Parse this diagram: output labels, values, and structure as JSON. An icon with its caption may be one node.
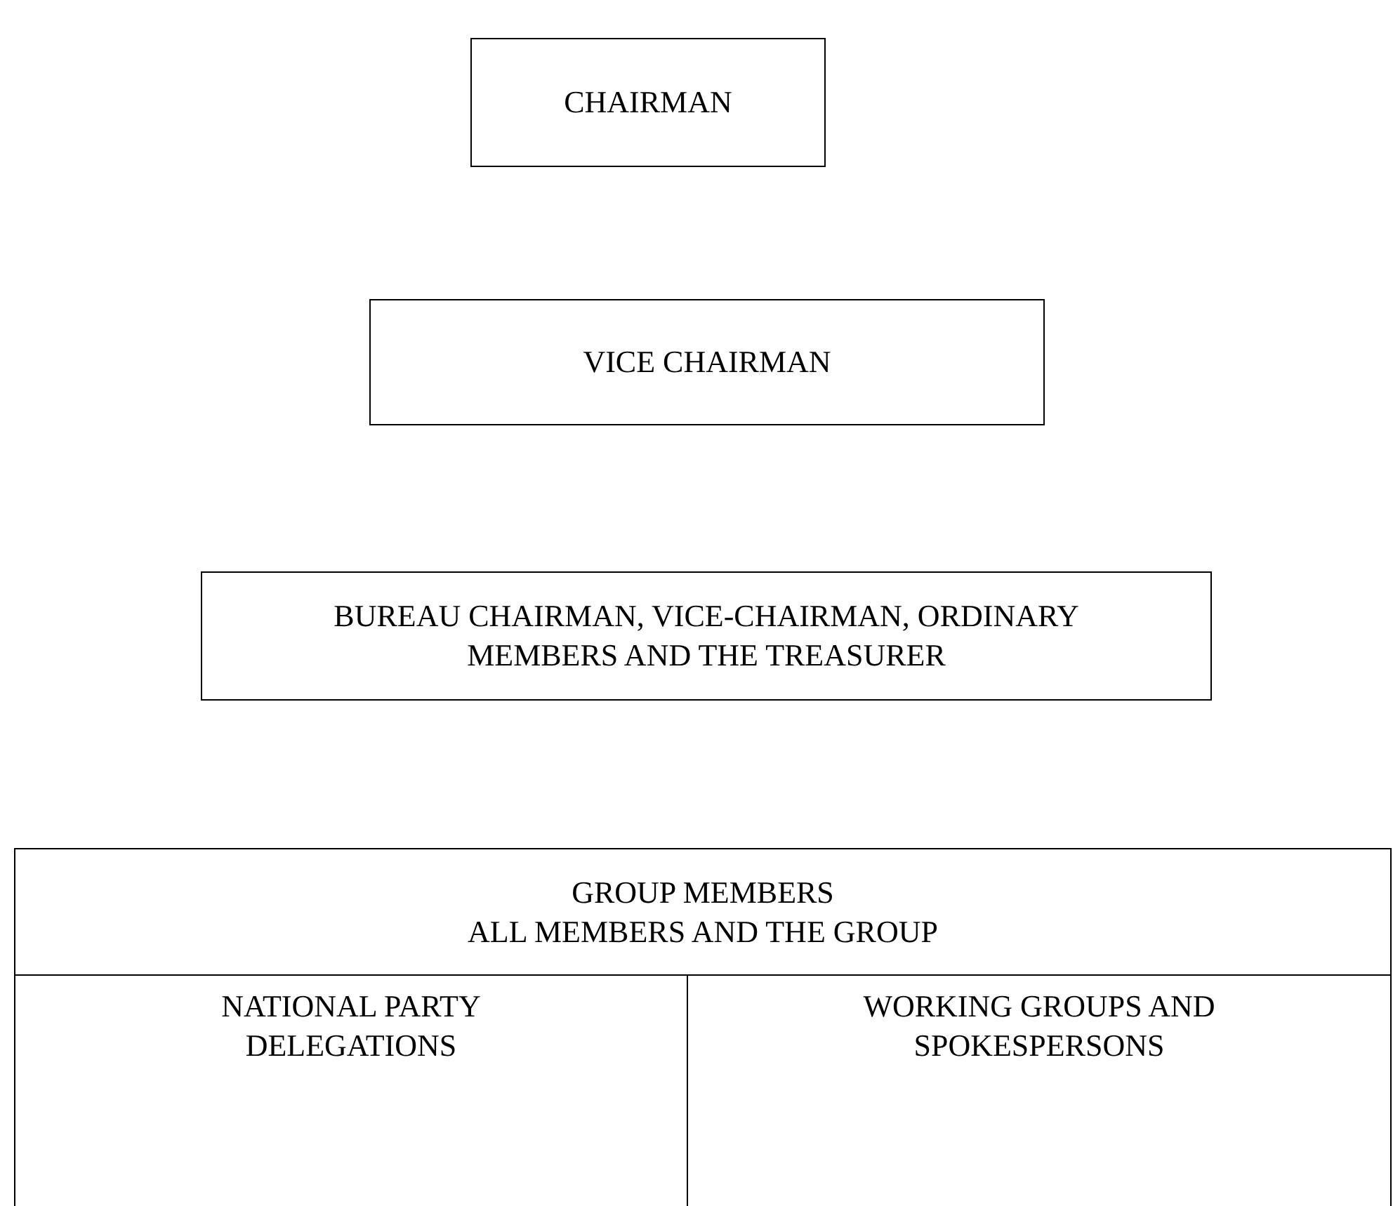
{
  "diagram": {
    "nodes": [
      {
        "text": [
          "CHAIRMAN"
        ]
      },
      {
        "text": [
          "VICE CHAIRMAN"
        ]
      },
      {
        "text": [
          "BUREAU CHAIRMAN, VICE-CHAIRMAN, ORDINARY MEMBERS AND THE TREASURER"
        ]
      },
      {
        "text": [
          "GROUP MEMBERS",
          "ALL MEMBERS AND THE GROUP"
        ]
      },
      {
        "text": [
          "NATIONAL PARTY DELEGATIONS"
        ],
        "in": 3
      },
      {
        "text": [
          "WORKING GROUPS AND SPOKESPERSONS"
        ],
        "in": 3
      }
    ]
  }
}
